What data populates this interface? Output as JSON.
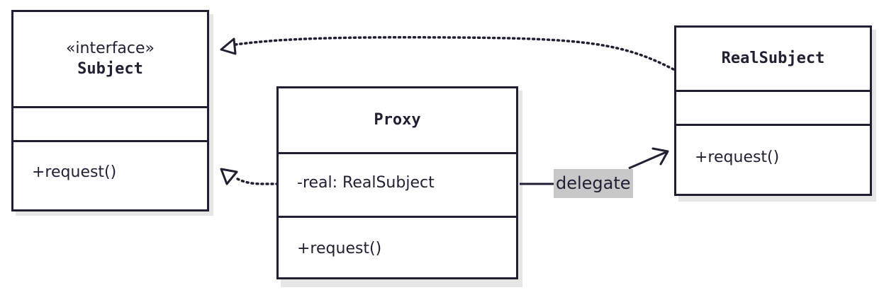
{
  "classes": {
    "subject": {
      "stereotype": "«interface»",
      "name": "Subject",
      "attributes": [],
      "methods": [
        "+request()"
      ]
    },
    "proxy": {
      "name": "Proxy",
      "attributes": [
        "-real: RealSubject"
      ],
      "methods": [
        "+request()"
      ]
    },
    "real_subject": {
      "name": "RealSubject",
      "attributes": [],
      "methods": [
        "+request()"
      ]
    }
  },
  "relationships": [
    {
      "type": "realization",
      "from": "RealSubject",
      "to": "Subject"
    },
    {
      "type": "realization",
      "from": "Proxy",
      "to": "Subject"
    },
    {
      "type": "association",
      "from": "Proxy",
      "to": "RealSubject",
      "label": "delegate"
    }
  ],
  "colors": {
    "stroke": "#231f33",
    "shadow": "#e6e6e6",
    "label_background": "#c8c8c8"
  }
}
